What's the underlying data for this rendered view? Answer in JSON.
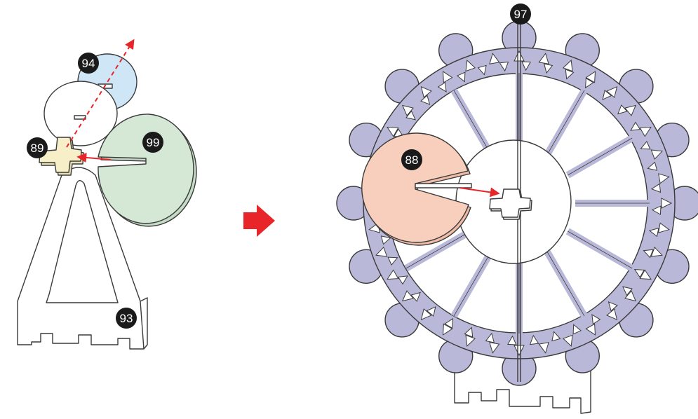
{
  "parts": {
    "p94": {
      "label": "94"
    },
    "p89": {
      "label": "89"
    },
    "p99": {
      "label": "99"
    },
    "p93": {
      "label": "93"
    },
    "p97": {
      "label": "97"
    },
    "p88": {
      "label": "88"
    }
  },
  "colors": {
    "part_94": "#cfe6f6",
    "part_89": "#f7efc8",
    "part_99": "#d5e8d6",
    "part_88": "#f8cfbd",
    "wheel": "#b9b8d8",
    "arrow": "#e8262a",
    "badge": "#1a1a1a",
    "outline": "#3a3a3a"
  },
  "icons": {
    "step_arrow": "right-arrow-icon",
    "direction": "dashed-arrow-icon"
  }
}
